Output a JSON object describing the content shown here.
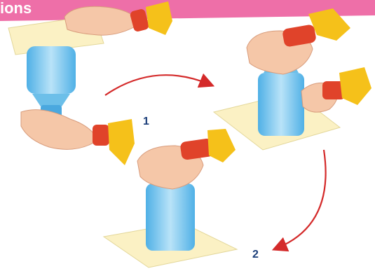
{
  "header": {
    "title": "ions"
  },
  "steps": {
    "step_1": "1",
    "step_2": "2"
  },
  "colors": {
    "header": "#ee6fa8",
    "arrow": "#d42a2a",
    "step_label": "#1c3f7a",
    "bottle_water": "#7fc8ef",
    "paper": "#fbf1c4",
    "skin": "#f5c7a8",
    "cuff_red": "#e0432a",
    "cuff_yellow": "#f5c11a"
  }
}
